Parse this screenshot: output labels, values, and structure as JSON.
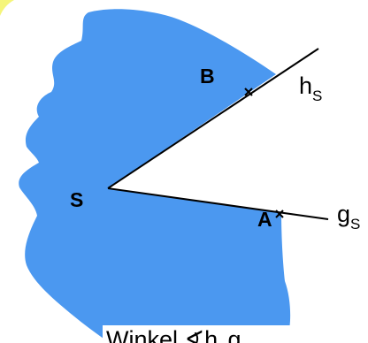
{
  "diagram": {
    "vertex_label": "S",
    "point_b_label": "B",
    "point_a_label": "A",
    "ray_h_letter": "h",
    "ray_h_subscript": "S",
    "ray_g_letter": "g",
    "ray_g_subscript": "S",
    "caption_prefix": "Winkel ",
    "caption_symbol": "∢",
    "caption_ray1_letter": "h",
    "caption_ray1_subscript": "S",
    "caption_ray2_letter": "g",
    "caption_ray2_subscript": "S"
  },
  "colors": {
    "region_fill": "#4b98f0",
    "line": "#000000",
    "corner_fill": "#f5f57a"
  }
}
